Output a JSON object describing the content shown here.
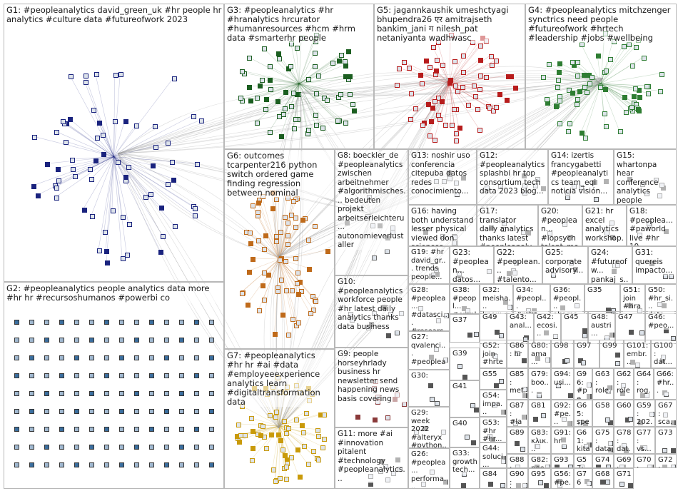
{
  "canvas": {
    "background": "#ffffff",
    "border_color": "#b8b8b8"
  },
  "groups": [
    {
      "id": "G1",
      "label": "G1: #peopleanalytics david_green_uk #hr people hr analytics #culture data #futureofwork 2023",
      "node_color": "#1a237e",
      "hub": true
    },
    {
      "id": "G2",
      "label": "G2: #peopleanalytics people analytics data more #hr hr #recursoshumanos #powerbi co",
      "node_color": "#3b6e9e",
      "hub": false
    },
    {
      "id": "G3",
      "label": "G3: #peopleanalytics #hr #hranalytics hrcurator #humanresources #hcm #hrm data #smarterhr people",
      "node_color": "#1b5e20",
      "hub": true
    },
    {
      "id": "G4",
      "label": "G4: #peopleanalytics mitchzenger synctrics need people #futureofwork #hrtech #leadership #jobs #wellbeing",
      "node_color": "#2e7d32",
      "hub": true
    },
    {
      "id": "G5",
      "label": "G5: jagannkaushik umeshctyagi bhupendra26 एर amitrajseth bankim_jani ग nilesh_pat netaniyanta wadhwasc",
      "node_color": "#b71c1c",
      "hub": true
    },
    {
      "id": "G6",
      "label": "G6: outcomes tcarpenter216 python switch ordered game finding regression between nominal",
      "node_color": "#bf6a1a",
      "hub": true
    },
    {
      "id": "G7",
      "label": "G7: #peopleanalytics #hr hr #ai #data #employeeexperience analytics learn #digitaltransformation data",
      "node_color": "#c99a0a",
      "hub": true
    },
    {
      "id": "G8",
      "label": "G8: boeckler_de #peopleanalytics zwischen arbeitnehmer #algorithmisches... bedeuten projekt arbeitserleichteru... autonomieverlust aller",
      "node_color": "#6a6a6a",
      "hub": false
    },
    {
      "id": "G9",
      "label": "G9: people horseyhrlady business hr newsletter send happening news basis covering",
      "node_color": "#8a3a3a",
      "hub": false
    },
    {
      "id": "G10",
      "label": "G10: #peopleanalytics workforce people #hr latest daily analytics thanks data business",
      "node_color": "#555555",
      "hub": false
    },
    {
      "id": "G11",
      "label": "G11: more #ai #innovation pitalent #technology #peopleanalytics...",
      "node_color": "#555555",
      "hub": false
    },
    {
      "id": "G12",
      "label": "G12: #peopleanalytics splashbi hr top consortium tech data 2023 blog...",
      "node_color": "#555555",
      "hub": false
    },
    {
      "id": "G13",
      "label": "G13: noshir uso conferencia citepuba datos redes conocimiento...",
      "node_color": "#555555",
      "hub": false
    },
    {
      "id": "G14",
      "label": "G14: izertis francygabetti #peopleanalytics team_eqi noticia visión...",
      "node_color": "#555555",
      "hub": false
    },
    {
      "id": "G15",
      "label": "G15: whartonpa hear conference analytics people annual...",
      "node_color": "#555555",
      "hub": false
    },
    {
      "id": "G16",
      "label": "G16: having both understand lesser physical viewed don sciences...",
      "node_color": "#555555",
      "hub": false
    },
    {
      "id": "G17",
      "label": "G17: translator daily analytics thanks latest #peopleanaly...",
      "node_color": "#555555",
      "hub": false
    },
    {
      "id": "G18",
      "label": "G18: #peoplea... #paworld live #hr 19...",
      "node_color": "#555555",
      "hub": false
    },
    {
      "id": "G19",
      "label": "G19: #hr david_gr... trends people...",
      "node_color": "#555555",
      "hub": false
    },
    {
      "id": "G20",
      "label": "G20: #peoplean... #iopsych talent_met...",
      "node_color": "#555555",
      "hub": false
    },
    {
      "id": "G21",
      "label": "G21: hr excel analytics workshop...",
      "node_color": "#555555",
      "hub": false
    },
    {
      "id": "G22",
      "label": "G22: #peoplean... #talento...",
      "node_color": "#555555",
      "hub": false
    },
    {
      "id": "G23",
      "label": "G23: #peoplean... datos...",
      "node_color": "#555555",
      "hub": false
    },
    {
      "id": "G24",
      "label": "G24: #futureofw... pankaj_s...",
      "node_color": "#555555",
      "hub": false
    },
    {
      "id": "G25",
      "label": "G25: corporate advisory...",
      "node_color": "#555555",
      "hub": false
    },
    {
      "id": "G26",
      "label": "G26: #peoplea... performa...",
      "node_color": "#555555",
      "hub": false
    },
    {
      "id": "G27",
      "label": "G27: qvalenci... #peoplea...",
      "node_color": "#555555",
      "hub": false
    },
    {
      "id": "G28",
      "label": "G28: #peoplea... #datasci... #researc...",
      "node_color": "#555555",
      "hub": false
    },
    {
      "id": "G29",
      "label": "G29: week 2022 #alteryx #python...",
      "node_color": "#555555",
      "hub": false
    },
    {
      "id": "G30",
      "label": "G30:",
      "node_color": "#555555",
      "hub": false
    },
    {
      "id": "G31",
      "label": "G31: quereis impacto...",
      "node_color": "#555555",
      "hub": false
    },
    {
      "id": "G32",
      "label": "G32: meisha... know...",
      "node_color": "#555555",
      "hub": false
    },
    {
      "id": "G33",
      "label": "G33: growth tech...",
      "node_color": "#555555",
      "hub": false
    },
    {
      "id": "G34",
      "label": "G34: #peopl... #mba...",
      "node_color": "#555555",
      "hub": false
    },
    {
      "id": "G35",
      "label": "G35",
      "node_color": "#555555",
      "hub": false
    },
    {
      "id": "G36",
      "label": "G36: #peopl... obama...",
      "node_color": "#555555",
      "hub": false
    },
    {
      "id": "G37",
      "label": "G37",
      "node_color": "#555555",
      "hub": false
    },
    {
      "id": "G38",
      "label": "G38: #peopl... #empl...",
      "node_color": "#555555",
      "hub": false
    },
    {
      "id": "G39",
      "label": "G39",
      "node_color": "#555555",
      "hub": false
    },
    {
      "id": "G40",
      "label": "G40",
      "node_color": "#555555",
      "hub": false
    },
    {
      "id": "G41",
      "label": "G41",
      "node_color": "#555555",
      "hub": false
    },
    {
      "id": "G42",
      "label": "G42: ecosi...",
      "node_color": "#555555",
      "hub": false
    },
    {
      "id": "G43",
      "label": "G43: anal...",
      "node_color": "#555555",
      "hub": false
    },
    {
      "id": "G44",
      "label": "G44: soluci...",
      "node_color": "#555555",
      "hub": false
    },
    {
      "id": "G45",
      "label": "G45",
      "node_color": "#555555",
      "hub": false
    },
    {
      "id": "G46",
      "label": "G46: #peo...",
      "node_color": "#555555",
      "hub": false
    },
    {
      "id": "G47",
      "label": "G47",
      "node_color": "#555555",
      "hub": false
    },
    {
      "id": "G48",
      "label": "G48: austri...",
      "node_color": "#555555",
      "hub": false
    },
    {
      "id": "G49",
      "label": "G49",
      "node_color": "#555555",
      "hub": false
    },
    {
      "id": "G50",
      "label": "G50: #hr_si... data...",
      "node_color": "#555555",
      "hub": false
    },
    {
      "id": "G51",
      "label": "G51: join #hra...",
      "node_color": "#555555",
      "hub": false
    },
    {
      "id": "G52",
      "label": "G52: join #hrte...",
      "node_color": "#555555",
      "hub": false
    },
    {
      "id": "G53",
      "label": "G53: #hr #hr...",
      "node_color": "#555555",
      "hub": false
    },
    {
      "id": "G54",
      "label": "G54: impa...",
      "node_color": "#555555",
      "hub": false
    },
    {
      "id": "G55",
      "label": "G55",
      "node_color": "#555555",
      "hub": false
    },
    {
      "id": "G56",
      "label": "G56: #pe...",
      "node_color": "#555555",
      "hub": false
    },
    {
      "id": "G57",
      "label": "G57: anal...",
      "node_color": "#555555",
      "hub": false
    },
    {
      "id": "G58",
      "label": "G58",
      "node_color": "#555555",
      "hub": false
    },
    {
      "id": "G59",
      "label": "G59: 202...",
      "node_color": "#555555",
      "hub": false
    },
    {
      "id": "G60",
      "label": "G60",
      "node_color": "#555555",
      "hub": false
    },
    {
      "id": "G61",
      "label": "G61: kita",
      "node_color": "#555555",
      "hub": false
    },
    {
      "id": "G62",
      "label": "G62: role...",
      "node_color": "#555555",
      "hub": false
    },
    {
      "id": "G63",
      "label": "G63: role...",
      "node_color": "#555555",
      "hub": false
    },
    {
      "id": "G64",
      "label": "G64: rog...",
      "node_color": "#555555",
      "hub": false
    },
    {
      "id": "G65",
      "label": "G65: spe...",
      "node_color": "#555555",
      "hub": false
    },
    {
      "id": "G66",
      "label": "G66: #hr...",
      "node_color": "#555555",
      "hub": false
    },
    {
      "id": "G67",
      "label": "G67: sca...",
      "node_color": "#555555",
      "hub": false
    },
    {
      "id": "G68",
      "label": "G68",
      "node_color": "#555555",
      "hub": false
    },
    {
      "id": "G69",
      "label": "G69: #pe...",
      "node_color": "#555555",
      "hub": false
    },
    {
      "id": "G70",
      "label": "G70: data...",
      "node_color": "#555555",
      "hub": false
    },
    {
      "id": "G71",
      "label": "G71",
      "node_color": "#555555",
      "hub": false
    },
    {
      "id": "G72",
      "label": "G72: #df...",
      "node_color": "#555555",
      "hub": false
    },
    {
      "id": "G73",
      "label": "G73",
      "node_color": "#555555",
      "hub": false
    },
    {
      "id": "G74",
      "label": "G74",
      "node_color": "#555555",
      "hub": false
    },
    {
      "id": "G75",
      "label": "G75: data...",
      "node_color": "#555555",
      "hub": false
    },
    {
      "id": "G76",
      "label": "G76",
      "node_color": "#555555",
      "hub": false
    },
    {
      "id": "G77",
      "label": "G77: vs...",
      "node_color": "#555555",
      "hub": false
    },
    {
      "id": "G78",
      "label": "G78: dat...",
      "node_color": "#555555",
      "hub": false
    },
    {
      "id": "G79",
      "label": "G79: boo...",
      "node_color": "#555555",
      "hub": false
    },
    {
      "id": "G80",
      "label": "G80: ama...",
      "node_color": "#555555",
      "hub": false
    },
    {
      "id": "G81",
      "label": "G81",
      "node_color": "#555555",
      "hub": false
    },
    {
      "id": "G82",
      "label": "G82: nee...",
      "node_color": "#555555",
      "hub": false
    },
    {
      "id": "G83",
      "label": "G83: κλικ...",
      "node_color": "#555555",
      "hub": false
    },
    {
      "id": "G84",
      "label": "G84",
      "node_color": "#555555",
      "hub": false
    },
    {
      "id": "G85",
      "label": "G85: met...",
      "node_color": "#555555",
      "hub": false
    },
    {
      "id": "G86",
      "label": "G86: hr",
      "node_color": "#555555",
      "hub": false
    },
    {
      "id": "G87",
      "label": "G87: #lay...",
      "node_color": "#555555",
      "hub": false
    },
    {
      "id": "G88",
      "label": "G88: wor...",
      "node_color": "#555555",
      "hub": false
    },
    {
      "id": "G89",
      "label": "G89",
      "node_color": "#555555",
      "hub": false
    },
    {
      "id": "G90",
      "label": "G90: lear...",
      "node_color": "#555555",
      "hub": false
    },
    {
      "id": "G91",
      "label": "G91: hr",
      "node_color": "#555555",
      "hub": false
    },
    {
      "id": "G92",
      "label": "G92: #pe...",
      "node_color": "#555555",
      "hub": false
    },
    {
      "id": "G93",
      "label": "G93",
      "node_color": "#555555",
      "hub": false
    },
    {
      "id": "G94",
      "label": "G94: usi...",
      "node_color": "#555555",
      "hub": false
    },
    {
      "id": "G95",
      "label": "G95",
      "node_color": "#555555",
      "hub": false
    },
    {
      "id": "G96",
      "label": "G96: #pe...",
      "node_color": "#555555",
      "hub": false
    },
    {
      "id": "G97",
      "label": "G97",
      "node_color": "#555555",
      "hub": false
    },
    {
      "id": "G98",
      "label": "G98",
      "node_color": "#555555",
      "hub": false
    },
    {
      "id": "G99",
      "label": "G99",
      "node_color": "#555555",
      "hub": false
    },
    {
      "id": "G100",
      "label": "G100: dat...",
      "node_color": "#555555",
      "hub": false
    },
    {
      "id": "G101",
      "label": "G101: embr...",
      "node_color": "#555555",
      "hub": false
    }
  ]
}
